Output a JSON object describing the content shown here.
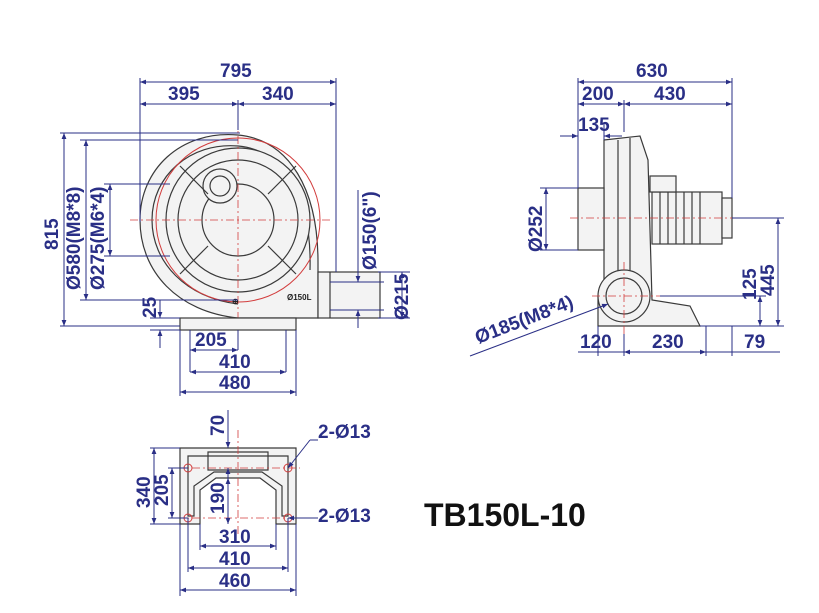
{
  "title": "TB150L-10",
  "nameplate": "Ø150L",
  "colors": {
    "dimension": "#2a2f86",
    "outline": "#3a3a3a",
    "centerline": "#d23c3c",
    "title": "#111111"
  },
  "front_view": {
    "w_total": "795",
    "w_left": "395",
    "w_right": "340",
    "h_total": "815",
    "d_flange": "Ø580(M8*8)",
    "d_inlet": "Ø275(M6*4)",
    "d_outlet": "Ø150(6\")",
    "h_outlet": "Ø215",
    "base_gap": "25",
    "base_205": "205",
    "base_410": "410",
    "base_480": "480"
  },
  "side_view": {
    "w_total": "630",
    "w_200": "200",
    "w_430": "430",
    "w_135": "135",
    "d_252": "Ø252",
    "d_185": "Ø185(M8*4)",
    "h_125": "125",
    "h_445": "445",
    "b_120": "120",
    "b_230": "230",
    "b_79": "79"
  },
  "base_view": {
    "h_70": "70",
    "h_340": "340",
    "h_205": "205",
    "h_190": "190",
    "hole_top": "2-Ø13",
    "hole_bottom": "2-Ø13",
    "w_310": "310",
    "w_410": "410",
    "w_460": "460"
  }
}
